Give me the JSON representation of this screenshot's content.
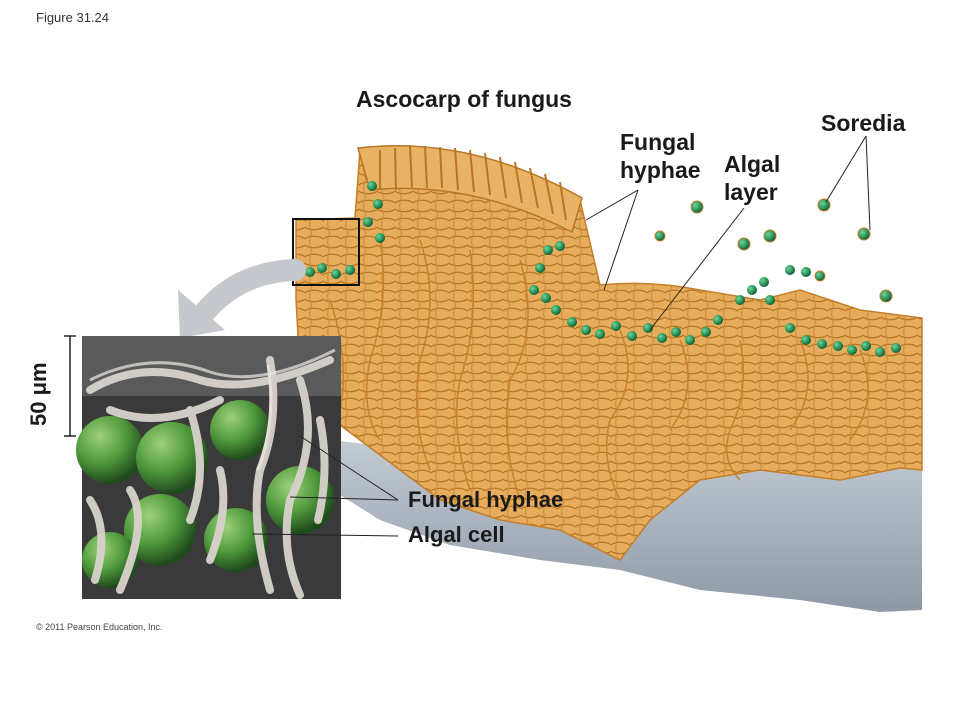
{
  "figure_label": "Figure 31.24",
  "labels": {
    "ascocarp": "Ascocarp of fungus",
    "soredia": "Soredia",
    "fungal_hyphae_top": "Fungal\nhyphae",
    "algal_layer": "Algal\nlayer",
    "fungal_hyphae_bottom": "Fungal hyphae",
    "algal_cell": "Algal cell",
    "scale_bar": "50 μm"
  },
  "copyright": "© 2011 Pearson Education, Inc.",
  "colors": {
    "hyphae": "#e0a24f",
    "hyphae_dark": "#c47f2a",
    "substrate": "#a9b3bf",
    "algae": "#2f9a5e",
    "algae_dark": "#16663a",
    "photo_bg": "#3a3a3a"
  }
}
